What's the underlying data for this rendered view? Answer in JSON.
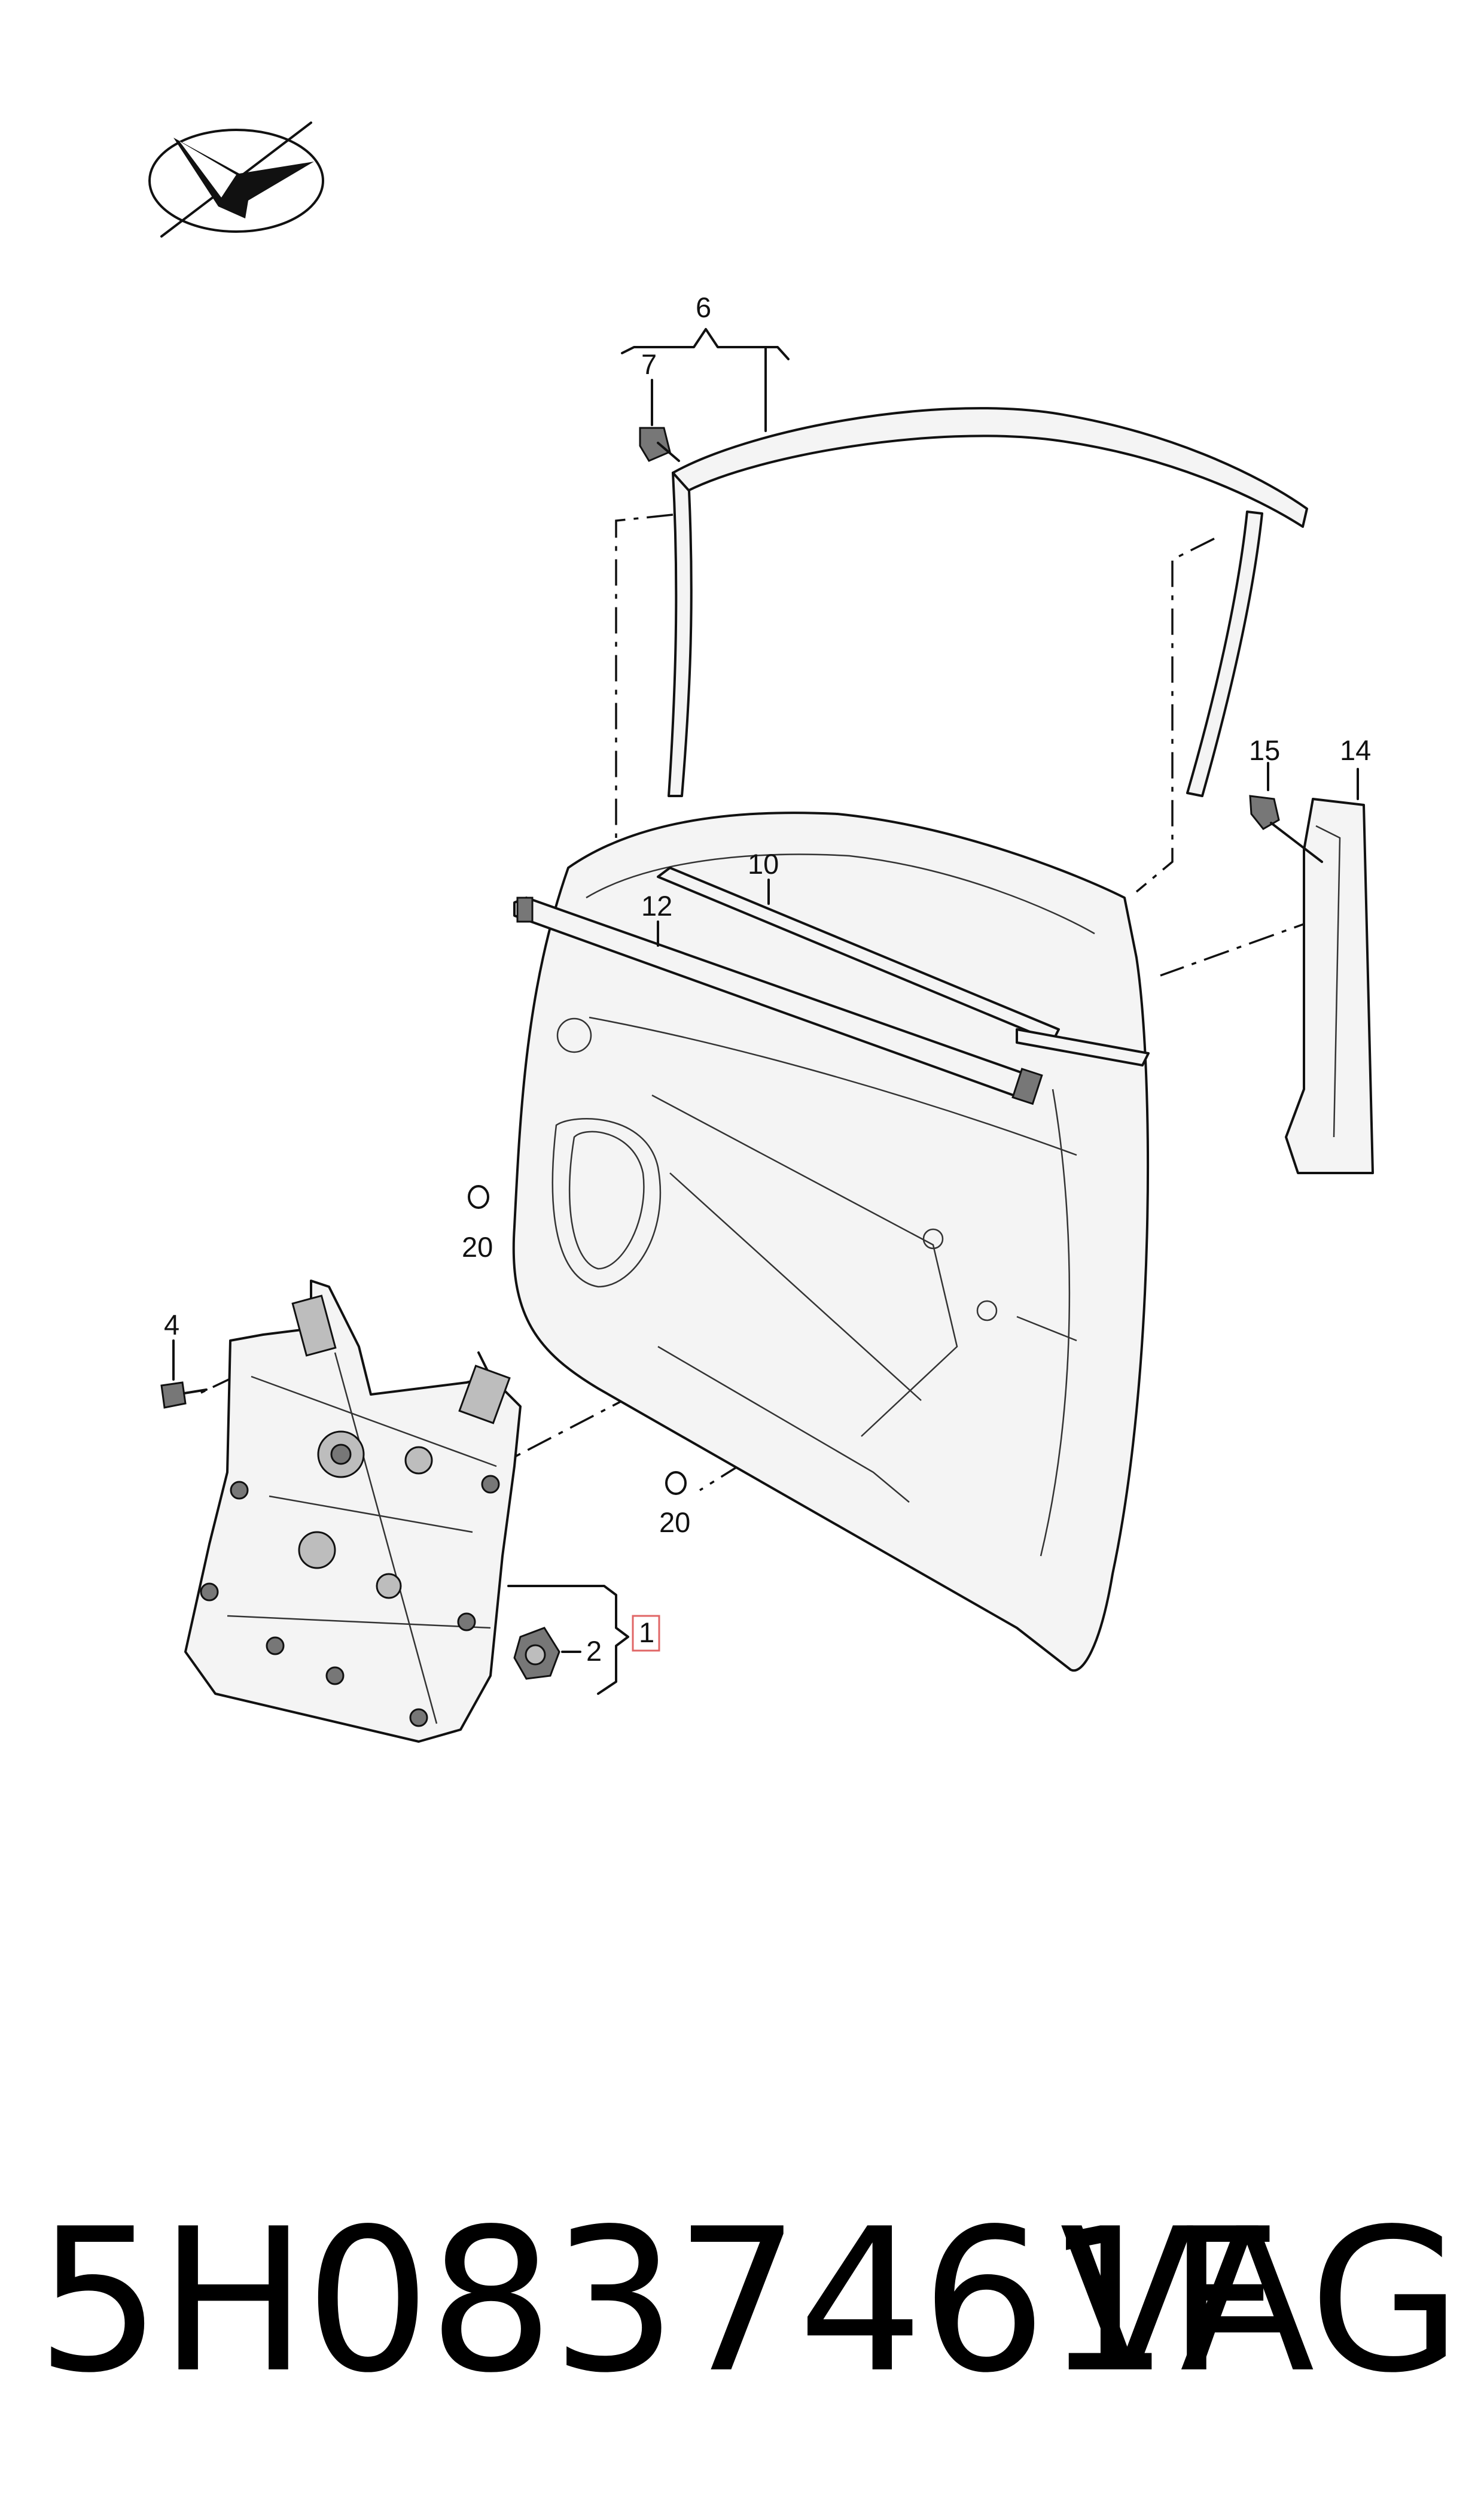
{
  "part_number": "5H0837461F",
  "brand": "VAG",
  "logo": {
    "icon": "compass-logo-icon"
  },
  "callouts": {
    "c1": "1",
    "c2": "2",
    "c4": "4",
    "c6": "6",
    "c7": "7",
    "c10": "10",
    "c12": "12",
    "c14": "14",
    "c15": "15",
    "c20a": "20",
    "c20b": "20"
  },
  "colors": {
    "line": "#111111",
    "highlight": "#e06666",
    "background": "#ffffff"
  }
}
